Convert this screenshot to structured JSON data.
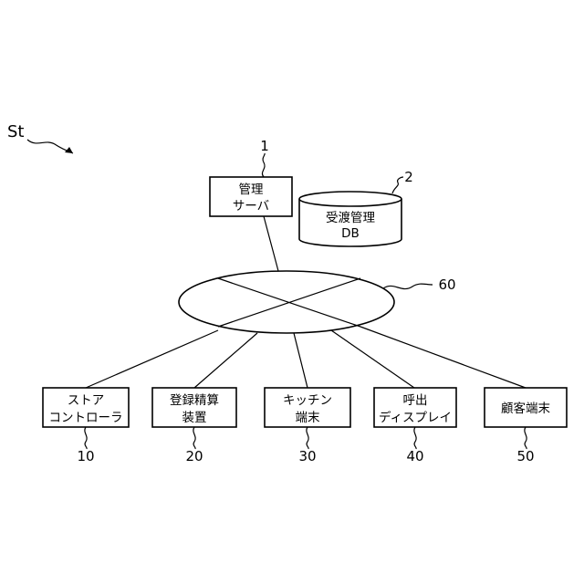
{
  "system_label": "St",
  "management_server": {
    "number": "1",
    "lines": [
      "管理",
      "サーバ"
    ]
  },
  "delivery_db": {
    "number": "2",
    "lines": [
      "受渡管理",
      "DB"
    ]
  },
  "network": {
    "number": "60"
  },
  "terminals": [
    {
      "key": "store-controller",
      "number": "10",
      "lines": [
        "ストア",
        "コントローラ"
      ]
    },
    {
      "key": "registration-settlement-device",
      "number": "20",
      "lines": [
        "登録精算",
        "装置"
      ]
    },
    {
      "key": "kitchen-terminal",
      "number": "30",
      "lines": [
        "キッチン",
        "端末"
      ]
    },
    {
      "key": "call-display",
      "number": "40",
      "lines": [
        "呼出",
        "ディスプレイ"
      ]
    },
    {
      "key": "customer-terminal",
      "number": "50",
      "lines": [
        "顧客端末"
      ]
    }
  ]
}
